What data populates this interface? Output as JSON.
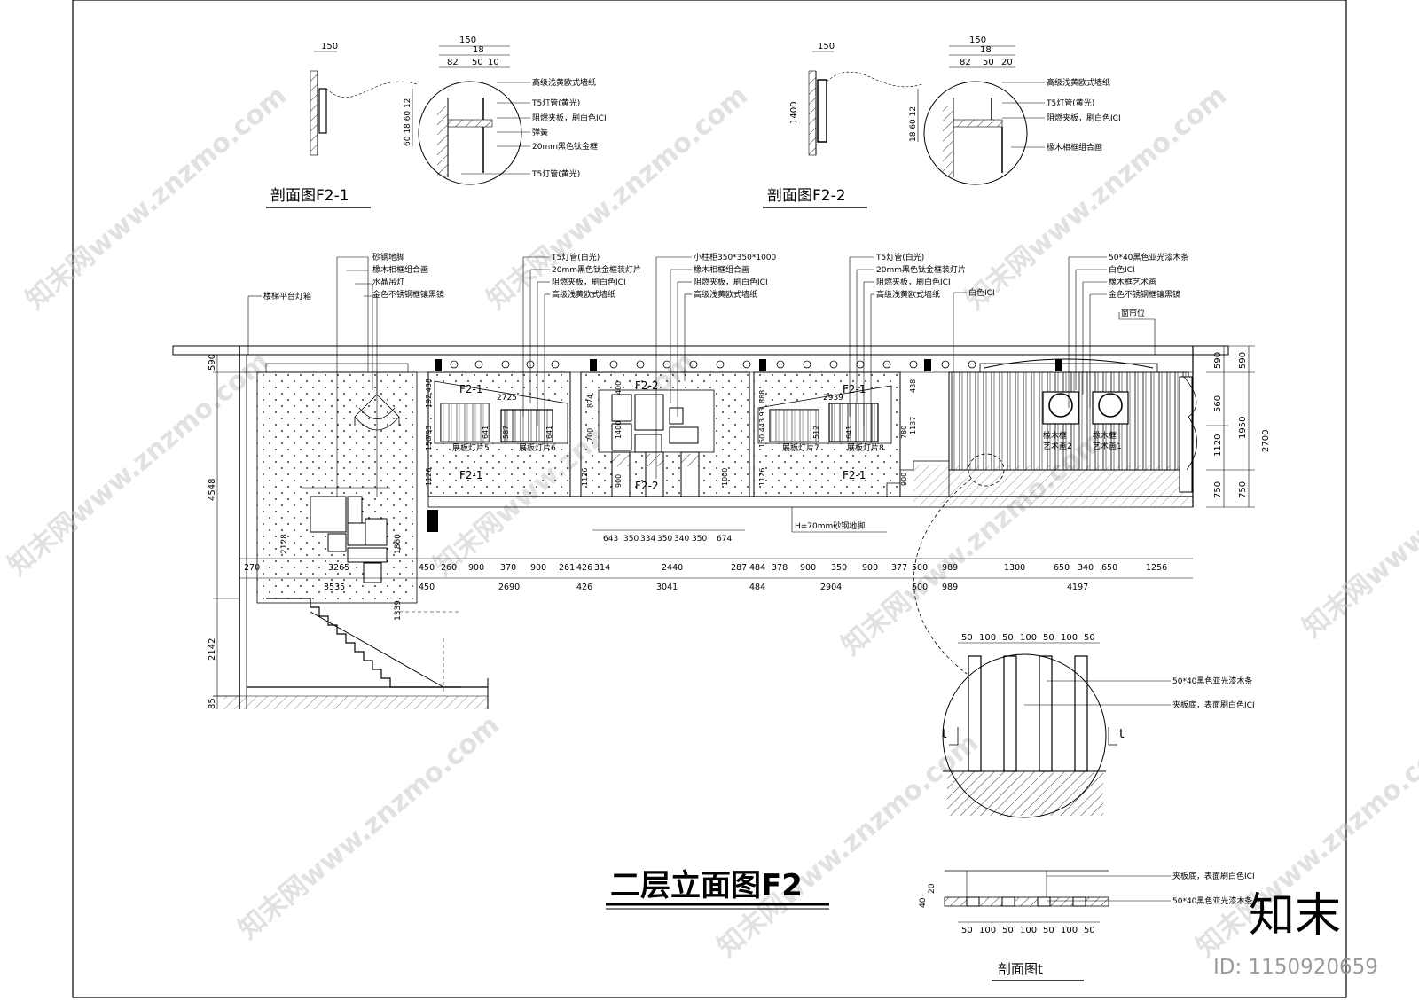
{
  "title": "二层立面图F2",
  "section_f2_1": {
    "title": "剖面图F2-1",
    "top_dims": [
      "150",
      "18",
      "82",
      "50",
      "10"
    ],
    "left_dim": "150",
    "vert_dims": "60 18 60 12",
    "notes": [
      "高级浅黄欧式墙纸",
      "T5灯管(黄光)",
      "阻燃夹板，刷白色ICI",
      "弹簧",
      "20mm黑色钛金框",
      "T5灯管(黄光)"
    ]
  },
  "section_f2_2": {
    "title": "剖面图F2-2",
    "top_dims": [
      "150",
      "18",
      "82",
      "50",
      "20"
    ],
    "left_dims": [
      "150",
      "1400"
    ],
    "vert_dims": "18 60 12",
    "notes": [
      "高级浅黄欧式墙纸",
      "T5灯管(黄光)",
      "阻燃夹板，刷白色ICI",
      "橡木相框组合画"
    ]
  },
  "elevation": {
    "callouts_a": [
      "砂钢地脚",
      "橡木相框组合画",
      "水晶吊灯",
      "金色不锈钢框镶黑镜"
    ],
    "callout_stair": "楼梯平台灯箱",
    "callouts_b": [
      "T5灯管(白光)",
      "20mm黑色钛金框装灯片",
      "阻燃夹板，刷白色ICI",
      "高级浅黄欧式墙纸"
    ],
    "callouts_c": [
      "小柱柜350*350*1000",
      "橡木相框组合画",
      "阻燃夹板，刷白色ICI",
      "高级浅黄欧式墙纸"
    ],
    "callouts_d": [
      "T5灯管(白光)",
      "20mm黑色钛金框装灯片",
      "阻燃夹板，刷白色ICI",
      "高级浅黄欧式墙纸"
    ],
    "callout_white": "白色ICI",
    "callouts_e": [
      "50*40黑色亚光漆木条",
      "白色ICI",
      "橡木框艺术画",
      "金色不锈钢框镶黑镜"
    ],
    "callout_curtain": "窗帘位",
    "tags": {
      "f21a": "F2-1",
      "f21b": "F2-1",
      "f22a": "F2-2",
      "f22b": "F2-2",
      "f21c": "F2-1",
      "f21d": "F2-1"
    },
    "panel_dims": {
      "a": "2725",
      "b": "2939"
    },
    "lightboxes": [
      "展板灯片5",
      "展板灯片6",
      "展板灯片7",
      "展板灯片8"
    ],
    "small_dims": [
      "641",
      "587",
      "641",
      "512",
      "641",
      "400",
      "1400",
      "874",
      "700",
      "900",
      "1000",
      "888",
      "150 443 93",
      "1126",
      "793",
      "192 438",
      "150",
      "1126",
      "1126",
      "1137",
      "438",
      "780",
      "900"
    ],
    "art_labels": [
      "橡木框\n艺术画2",
      "橡木框\n艺术画1"
    ],
    "floor_note": "H=70mm砂钢地脚",
    "mid_dims": [
      "643",
      "350",
      "334",
      "350",
      "340",
      "350",
      "674"
    ],
    "left_dims": [
      "590",
      "4548",
      "2142",
      "85"
    ],
    "right_dims_a": [
      "590",
      "560",
      "1120",
      "750"
    ],
    "right_dims_b": [
      "590",
      "1950",
      "2700",
      "750"
    ],
    "stair_dims": [
      "2128",
      "1860",
      "1339"
    ],
    "row1": [
      "270",
      "3265",
      "450",
      "260",
      "900",
      "370",
      "900",
      "261",
      "426",
      "314",
      "2440",
      "287",
      "484",
      "378",
      "900",
      "350",
      "900",
      "377",
      "500",
      "989",
      "1300",
      "650",
      "340",
      "650",
      "1256"
    ],
    "row2": [
      "3535",
      "450",
      "2690",
      "426",
      "3041",
      "484",
      "2904",
      "500",
      "989",
      "4197"
    ]
  },
  "detail_t": {
    "top_dims": [
      "50",
      "100",
      "50",
      "100",
      "50",
      "100",
      "50"
    ],
    "notes": [
      "50*40黑色亚光漆木条",
      "夹板底，表面刷白色ICI"
    ],
    "mark": "t"
  },
  "section_t": {
    "title": "剖面图t",
    "notes": [
      "夹板底，表面刷白色ICI",
      "50*40黑色亚光漆木条"
    ],
    "left_dims": [
      "20",
      "40"
    ],
    "bottom_dims": [
      "50",
      "100",
      "50",
      "100",
      "50",
      "100",
      "50"
    ]
  },
  "watermark": {
    "text": "知末网www.znzmo.com",
    "logo": "知末",
    "id": "ID: 1150920659"
  }
}
